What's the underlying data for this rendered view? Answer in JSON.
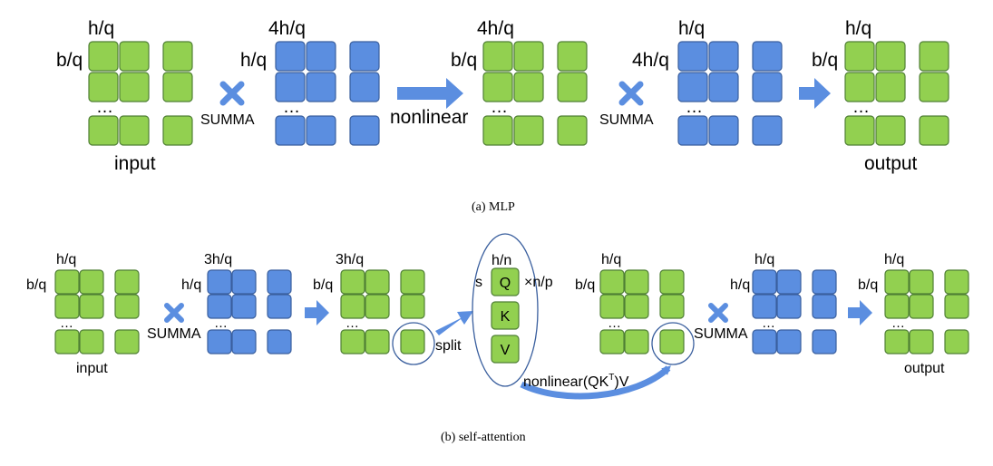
{
  "colors": {
    "green_fill": "#92d050",
    "green_stroke": "#4f7f35",
    "blue_fill": "#5b8ee0",
    "blue_stroke": "#3a5f9e",
    "arrow_fill": "#5b8ee0",
    "ellipse_stroke": "#3a5f9e"
  },
  "icons": {
    "multiply": "x-cross-icon",
    "forward": "right-arrow-icon"
  },
  "mlp": {
    "caption": "(a)  MLP",
    "matrices": [
      {
        "color": "green",
        "top_label": "h/q",
        "side_label": "b/q",
        "bottom_label": "input"
      },
      {
        "color": "blue",
        "top_label": "4h/q",
        "side_label": "h/q",
        "bottom_label": ""
      },
      {
        "color": "green",
        "top_label": "4h/q",
        "side_label": "b/q",
        "bottom_label": ""
      },
      {
        "color": "blue",
        "top_label": "h/q",
        "side_label": "4h/q",
        "bottom_label": ""
      },
      {
        "color": "green",
        "top_label": "h/q",
        "side_label": "b/q",
        "bottom_label": "output"
      }
    ],
    "dots": "…",
    "summa_label": "SUMMA",
    "nonlinear_label": "nonlinear"
  },
  "attention": {
    "caption": "(b)  self-attention",
    "matrices": [
      {
        "color": "green",
        "top_label": "h/q",
        "side_label": "b/q",
        "bottom_label": "input"
      },
      {
        "color": "blue",
        "top_label": "3h/q",
        "side_label": "h/q",
        "bottom_label": ""
      },
      {
        "color": "green",
        "top_label": "3h/q",
        "side_label": "b/q",
        "bottom_label": ""
      },
      {
        "color": "green",
        "top_label": "h/q",
        "side_label": "b/q",
        "bottom_label": ""
      },
      {
        "color": "blue",
        "top_label": "h/q",
        "side_label": "h/q",
        "bottom_label": ""
      },
      {
        "color": "green",
        "top_label": "h/q",
        "side_label": "b/q",
        "bottom_label": "output"
      }
    ],
    "dots": "…",
    "summa_label": "SUMMA",
    "split_label": "split",
    "qkv": {
      "top_label": "h/n",
      "side_label": "s",
      "times_label": "×n/p",
      "items": [
        "Q",
        "K",
        "V"
      ]
    },
    "nonlinear_prefix": "nonlinear(QK",
    "nonlinear_sup": "T",
    "nonlinear_suffix": ")V"
  }
}
